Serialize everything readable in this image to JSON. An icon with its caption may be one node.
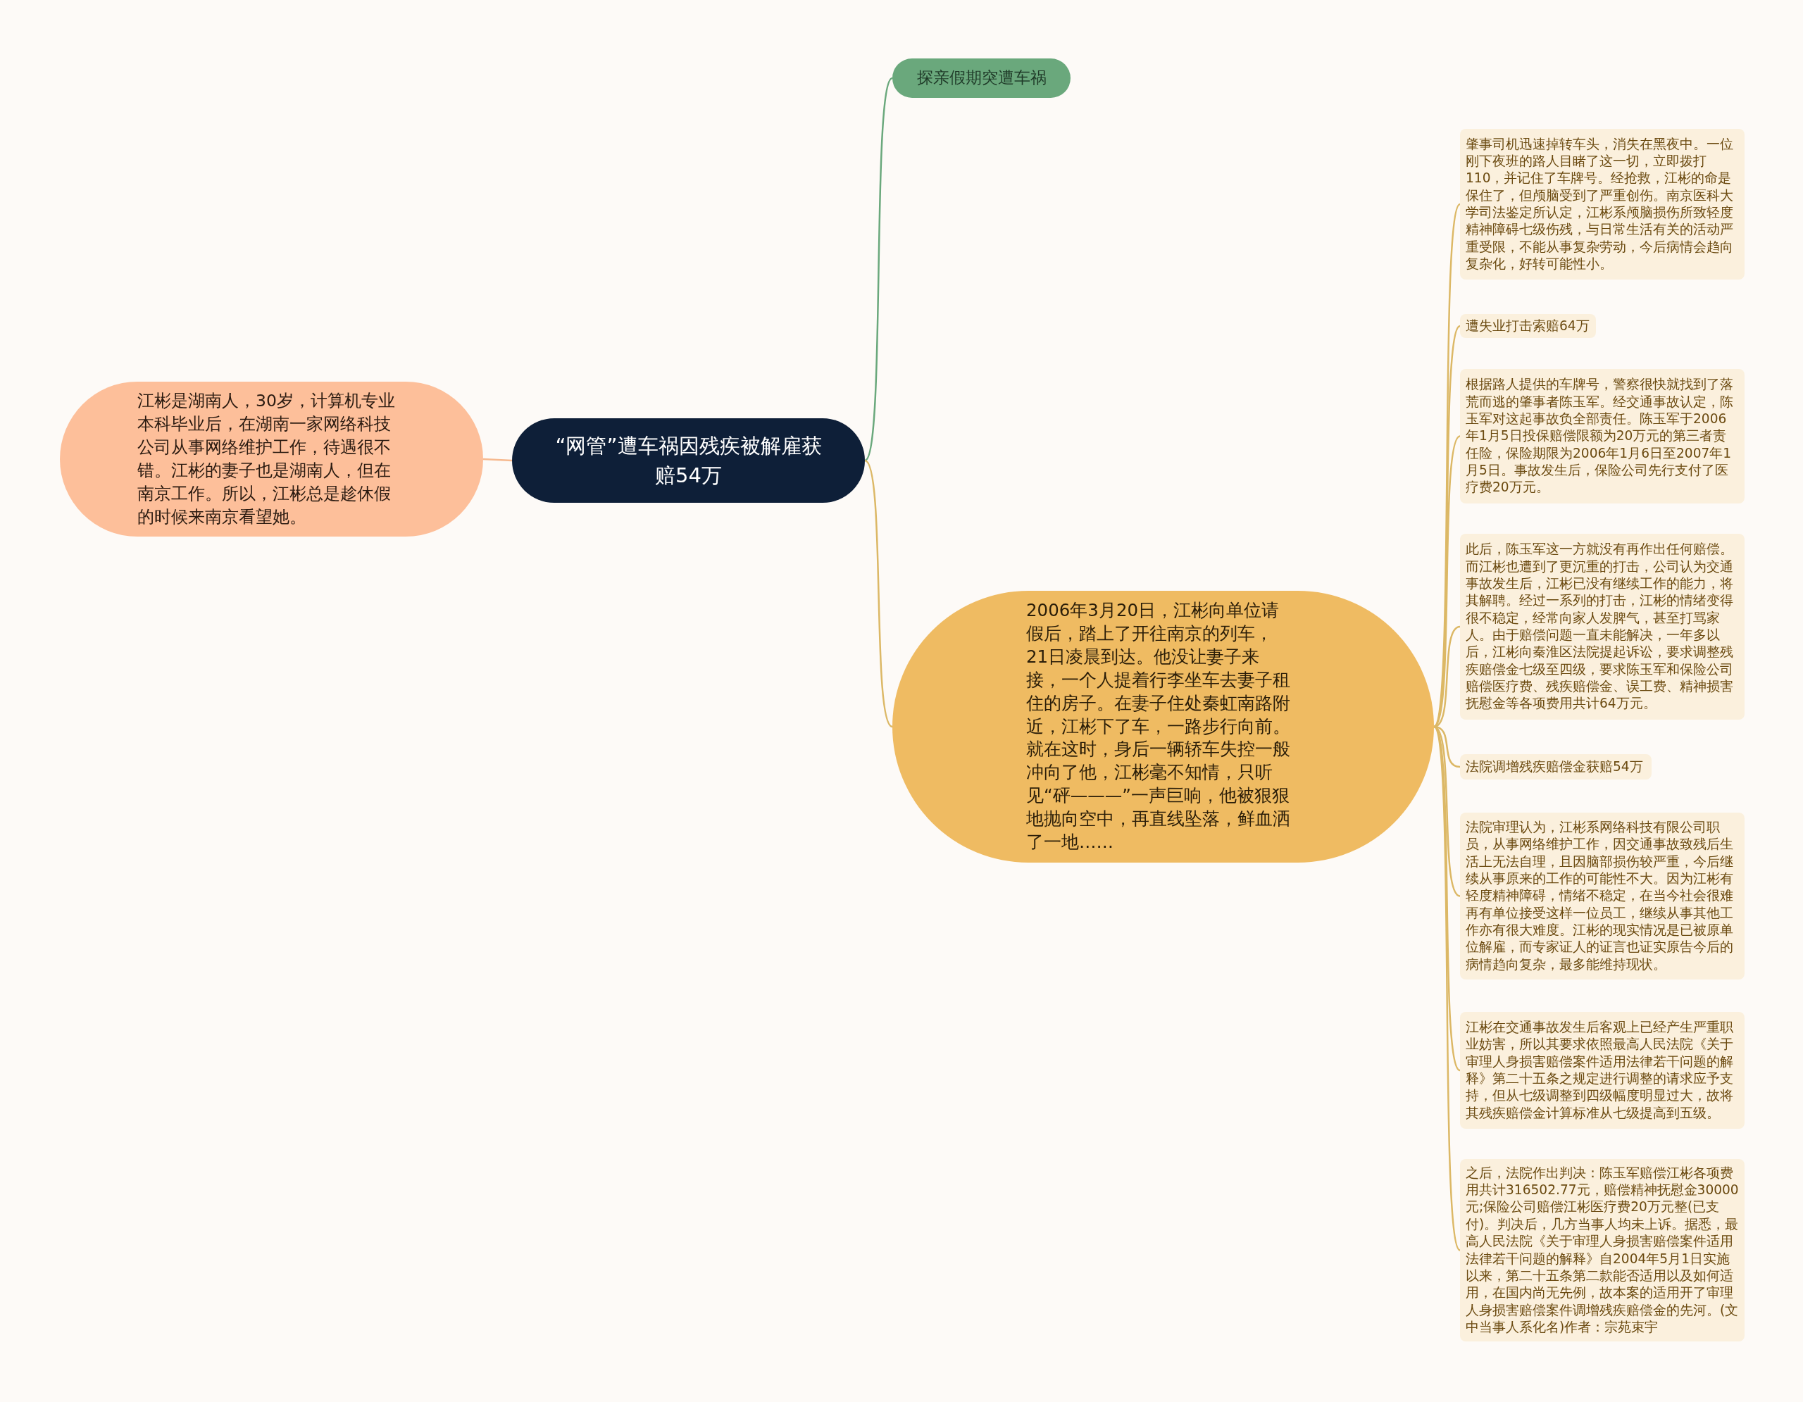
{
  "diagram": {
    "nodes": [
      {
        "text": [
          "“网管”遭车祸因残疾被解雇获赔54万"
        ]
      },
      {
        "text": [
          "探亲假期突遭车祸"
        ]
      },
      {
        "text": [
          "江彬是湖南人，30岁，计算机专业本科毕业后，在湖南一家网络科技公司从事网络维护工作，待遇很不错。江彬的妻子也是湖南人，但在南京工作。所以，江彬总是趁休假的时候来南京看望她。"
        ]
      },
      {
        "text": [
          "2006年3月20日，江彬向单位请假后，踏上了开往南京的列车，21日凌晨到达。他没让妻子来接，一个人提着行李坐车去妻子租住的房子。在妻子住处秦虹南路附近，江彬下了车，一路步行向前。就在这时，身后一辆轿车失控一般冲向了他，江彬毫不知情，只听见“砰———”一声巨响，他被狠狠地抛向空中，再直线坠落，鲜血洒了一地……"
        ]
      },
      {
        "text": [
          "肇事司机迅速掉转车头，消失在黑夜中。一位刚下夜班的路人目睹了这一切，立即拨打110，并记住了车牌号。经抢救，江彬的命是保住了，但颅脑受到了严重创伤。南京医科大学司法鉴定所认定，江彬系颅脑损伤所致轻度精神障碍七级伤残，与日常生活有关的活动严重受限，不能从事复杂劳动，今后病情会趋向复杂化，好转可能性小。"
        ]
      },
      {
        "text": [
          "遭失业打击索赔64万"
        ]
      },
      {
        "text": [
          "根据路人提供的车牌号，警察很快就找到了落荒而逃的肇事者陈玉军。经交通事故认定，陈玉军对这起事故负全部责任。陈玉军于2006年1月5日投保赔偿限额为20万元的第三者责任险，保险期限为2006年1月6日至2007年1月5日。事故发生后，保险公司先行支付了医疗费20万元。"
        ]
      },
      {
        "text": [
          "此后，陈玉军这一方就没有再作出任何赔偿。而江彬也遭到了更沉重的打击，公司认为交通事故发生后，江彬已没有继续工作的能力，将其解聘。经过一系列的打击，江彬的情绪变得很不稳定，经常向家人发脾气，甚至打骂家人。由于赔偿问题一直未能解决，一年多以后，江彬向秦淮区法院提起诉讼，要求调整残疾赔偿金七级至四级，要求陈玉军和保险公司赔偿医疗费、残疾赔偿金、误工费、精神损害抚慰金等各项费用共计64万元。"
        ]
      },
      {
        "text": [
          "法院调增残疾赔偿金获赔54万"
        ]
      },
      {
        "text": [
          "法院审理认为，江彬系网络科技有限公司职员，从事网络维护工作，因交通事故致残后生活上无法自理，且因脑部损伤较严重，今后继续从事原来的工作的可能性不大。因为江彬有轻度精神障碍，情绪不稳定，在当今社会很难再有单位接受这样一位员工，继续从事其他工作亦有很大难度。江彬的现实情况是已被原单位解雇，而专家证人的证言也证实原告今后的病情趋向复杂，最多能维持现状。"
        ]
      },
      {
        "text": [
          "江彬在交通事故发生后客观上已经产生严重职业妨害，所以其要求依照最高人民法院《关于审理人身损害赔偿案件适用法律若干问题的解释》第二十五条之规定进行调整的请求应予支持，但从七级调整到四级幅度明显过大，故将其残疾赔偿金计算标准从七级提高到五级。"
        ]
      },
      {
        "text": [
          "之后，法院作出判决：陈玉军赔偿江彬各项费用共计316502.77元，赔偿精神抚慰金30000元;保险公司赔偿江彬医疗费20万元整(已支付)。判决后，几方当事人均未上诉。据悉，最高人民法院《关于审理人身损害赔偿案件适用法律若干问题的解释》自2004年5月1日实施以来，第二十五条第二款能否适用以及如何适用，在国内尚无先例，故本案的适用开了审理人身损害赔偿案件调增残疾赔偿金的先河。(文中当事人系化名)作者：宗苑束宇"
        ]
      }
    ],
    "edges": [
      {
        "from": 0,
        "to": 1,
        "arrow": "none",
        "color": "#6aa87c"
      },
      {
        "from": 0,
        "to": 2,
        "arrow": "none",
        "color": "#f6b98f"
      },
      {
        "from": 0,
        "to": 3,
        "arrow": "none"
      },
      {
        "from": 3,
        "to": 4,
        "arrow": "none"
      },
      {
        "from": 3,
        "to": 5,
        "arrow": "none"
      },
      {
        "from": 3,
        "to": 6,
        "arrow": "none"
      },
      {
        "from": 3,
        "to": 7,
        "arrow": "none"
      },
      {
        "from": 3,
        "to": 8,
        "arrow": "none"
      },
      {
        "from": 3,
        "to": 9,
        "arrow": "none"
      },
      {
        "from": 3,
        "to": 10,
        "arrow": "none"
      },
      {
        "from": 3,
        "to": 11,
        "arrow": "none"
      }
    ]
  }
}
